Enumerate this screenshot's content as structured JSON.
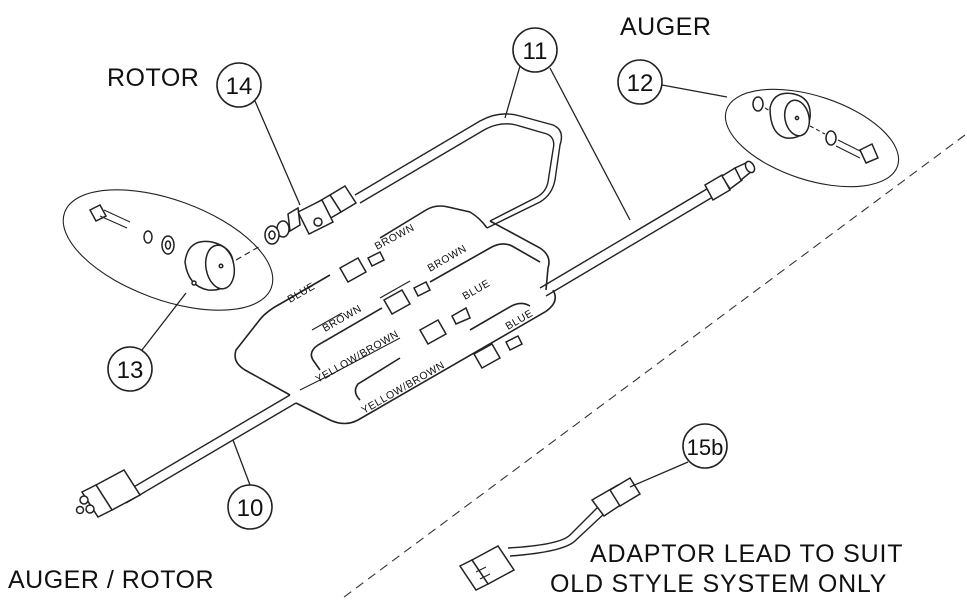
{
  "labels": {
    "rotor": "ROTOR",
    "auger": "AUGER",
    "auger_rotor": "AUGER / ROTOR",
    "adaptor_line1": "ADAPTOR LEAD TO SUIT",
    "adaptor_line2": "OLD STYLE SYSTEM ONLY"
  },
  "callouts": {
    "c10": "10",
    "c11": "11",
    "c12": "12",
    "c13": "13",
    "c14": "14",
    "c15b": "15b"
  },
  "wire_labels": {
    "brown_1": "BROWN",
    "blue_1": "BLUE",
    "brown_2": "BROWN",
    "brown_3": "BROWN",
    "blue_2": "BLUE",
    "yellow_brown_1": "YELLOW/BROWN",
    "blue_3": "BLUE",
    "yellow_brown_2": "YELLOW/BROWN"
  }
}
